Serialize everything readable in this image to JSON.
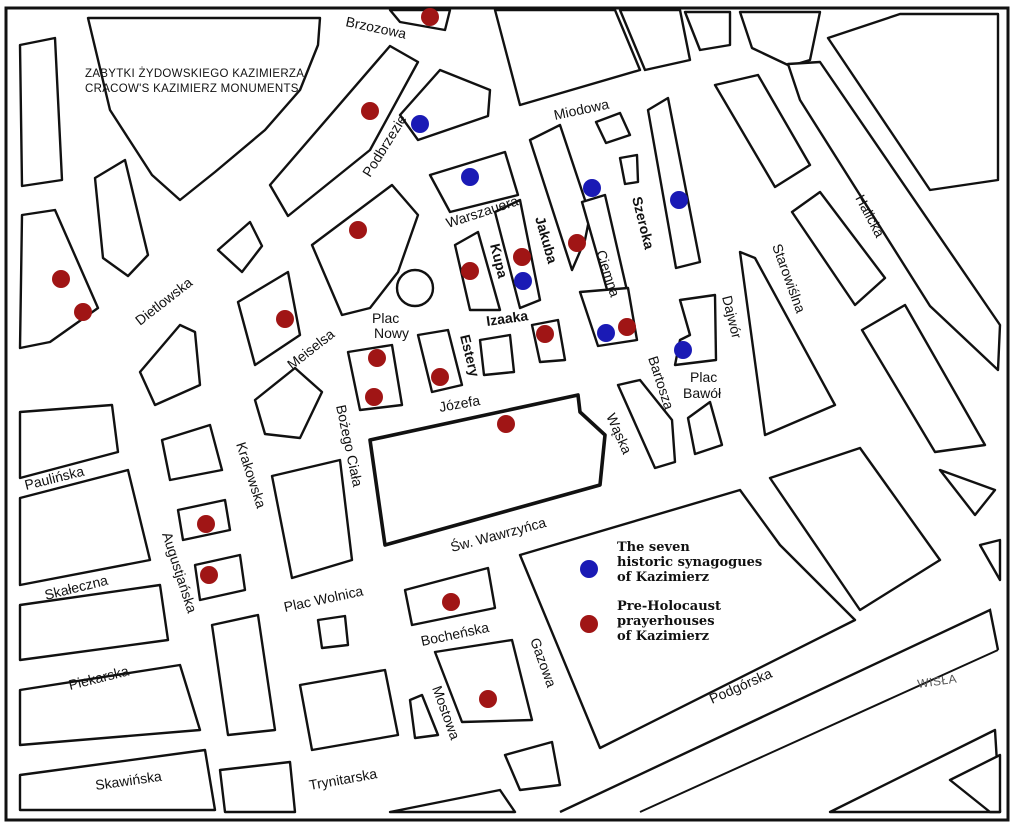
{
  "map": {
    "title_line1": "ZABYTKI ŻYDOWSKIEGO KAZIMIERZA",
    "title_line2": "CRACOW'S KAZIMIERZ MONUMENTS",
    "river": "WISŁA"
  },
  "streets": {
    "brzozowa": "Brzozowa",
    "miodowa": "Miodowa",
    "podbrzezie": "Podbrzezie",
    "warszauera": "Warszauera",
    "jakuba": "Jakuba",
    "kupa": "Kupa",
    "szeroka": "Szeroka",
    "ciemna": "Ciemna",
    "halicka": "Halicka",
    "starowislna": "Starowiślna",
    "dietlowska": "Dietlowska",
    "meiselsa": "Meiselsa",
    "plac_nowy_1": "Plac",
    "plac_nowy_2": "Nowy",
    "izaaka": "Izaaka",
    "estery": "Estery",
    "dajwor": "Dajwór",
    "bartosza": "Bartosza",
    "plac_bawol_1": "Plac",
    "plac_bawol_2": "Bawół",
    "jozefa": "Józefa",
    "boziego_ciala": "Bożego Ciała",
    "waska": "Wąska",
    "paulinska": "Paulińska",
    "krakowska": "Krakowska",
    "sw_wawrzynca": "Św. Wawrzyńca",
    "augustianska": "Augustjańska",
    "skaleczna": "Skałeczna",
    "plac_wolnica": "Plac Wolnica",
    "bochenska": "Bocheńska",
    "gazowa": "Gazowa",
    "piekarska": "Piekarska",
    "mostowa": "Mostowa",
    "podgorska": "Podgórska",
    "skawinska": "Skawińska",
    "trynitarska": "Trynitarska"
  },
  "legend": {
    "synagogues_l1": "The seven",
    "synagogues_l2": "historic synagogues",
    "synagogues_l3": "of Kazimierz",
    "prayerhouses_l1": "Pre-Holocaust",
    "prayerhouses_l2": "prayerhouses",
    "prayerhouses_l3": "of Kazimierz",
    "synagogue_color": "#1a1ab5",
    "prayerhouse_color": "#a01515"
  }
}
